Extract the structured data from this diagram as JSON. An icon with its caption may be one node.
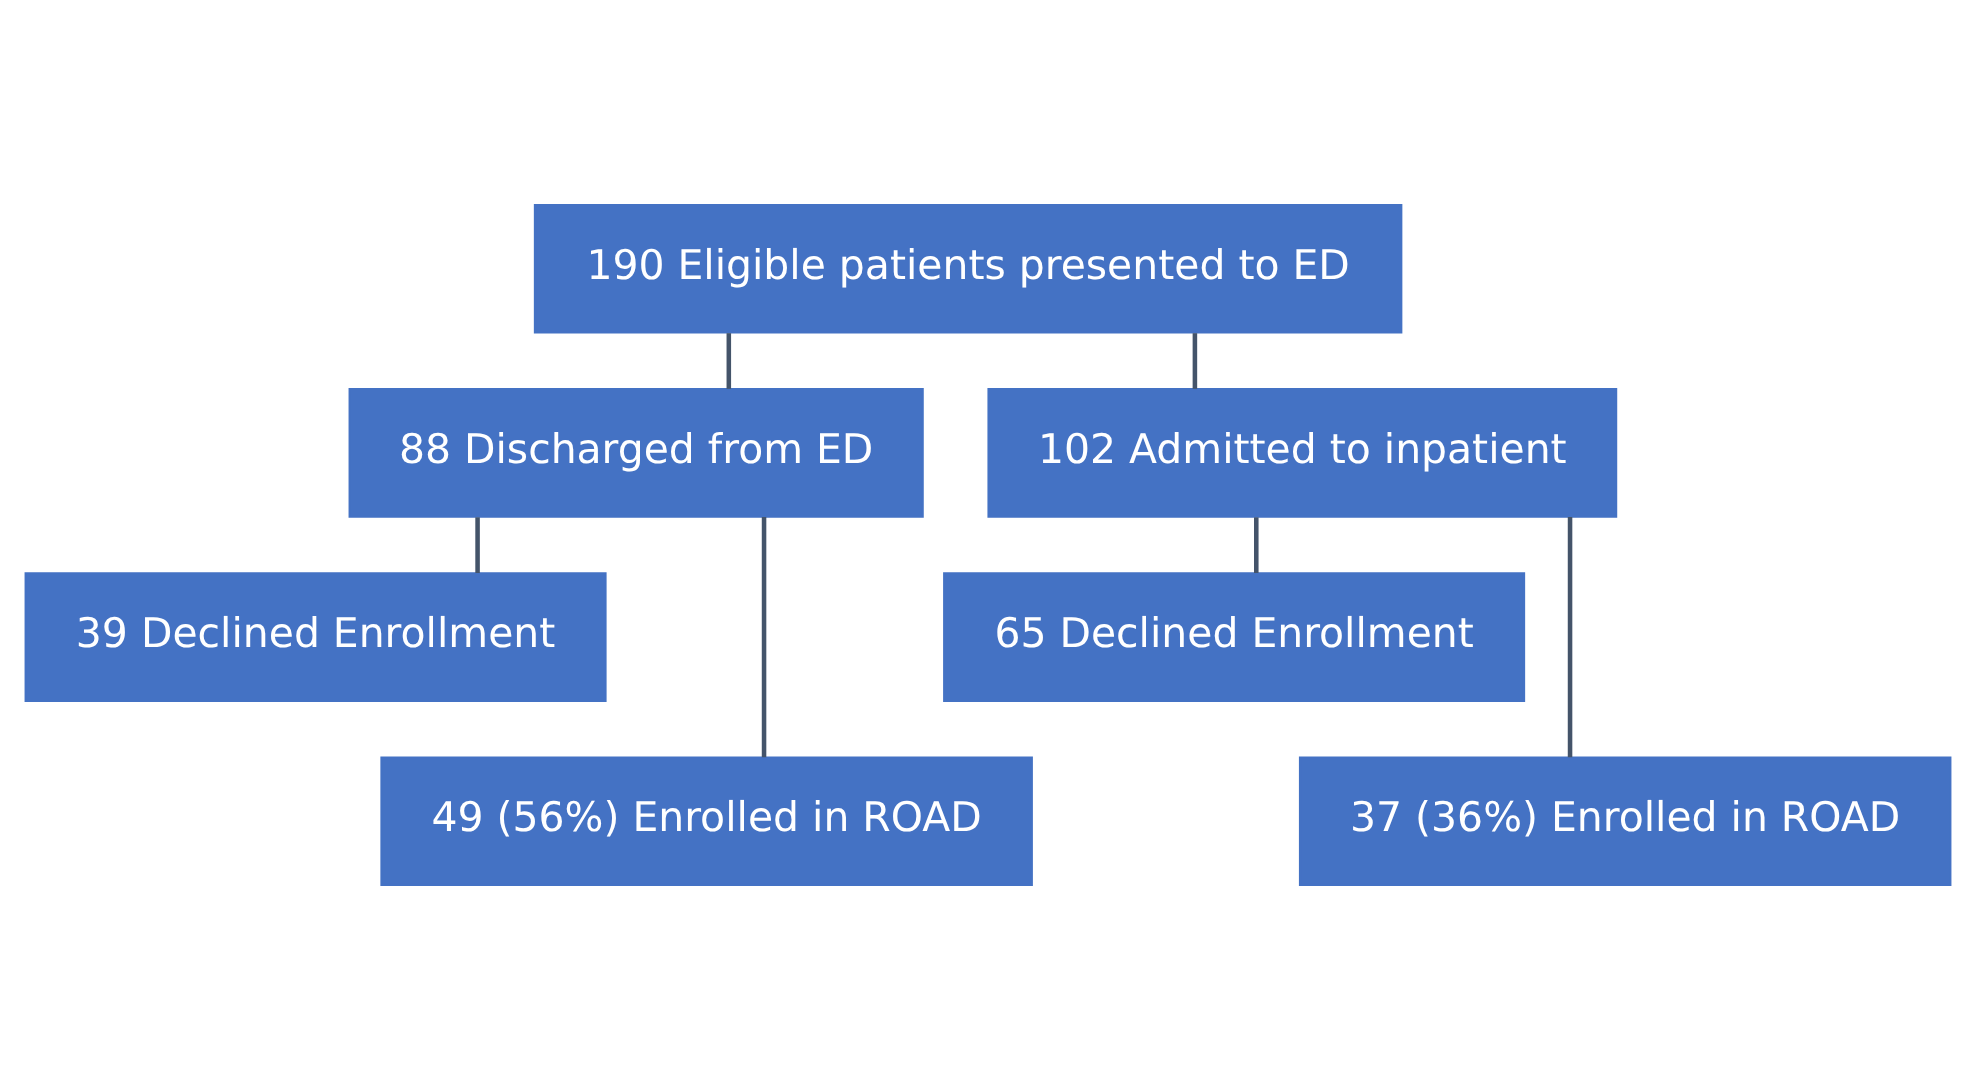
{
  "diagram": {
    "nodes": [
      {
        "text": [
          "190 Eligible patients presented to ED"
        ]
      },
      {
        "text": [
          "88 Discharged from ED"
        ]
      },
      {
        "text": [
          "102 Admitted to inpatient"
        ]
      },
      {
        "text": [
          "39 Declined Enrollment"
        ]
      },
      {
        "text": [
          "49 (56%) Enrolled in ROAD"
        ]
      },
      {
        "text": [
          "65 Declined Enrollment"
        ]
      },
      {
        "text": [
          "37 (36%) Enrolled in ROAD"
        ]
      }
    ],
    "edges": [
      {
        "from": 0,
        "to": 1,
        "arrow": "none"
      },
      {
        "from": 0,
        "to": 2,
        "arrow": "none"
      },
      {
        "from": 1,
        "to": 3,
        "arrow": "none"
      },
      {
        "from": 1,
        "to": 4,
        "arrow": "none"
      },
      {
        "from": 2,
        "to": 5,
        "arrow": "none"
      },
      {
        "from": 2,
        "to": 6,
        "arrow": "none"
      }
    ]
  }
}
